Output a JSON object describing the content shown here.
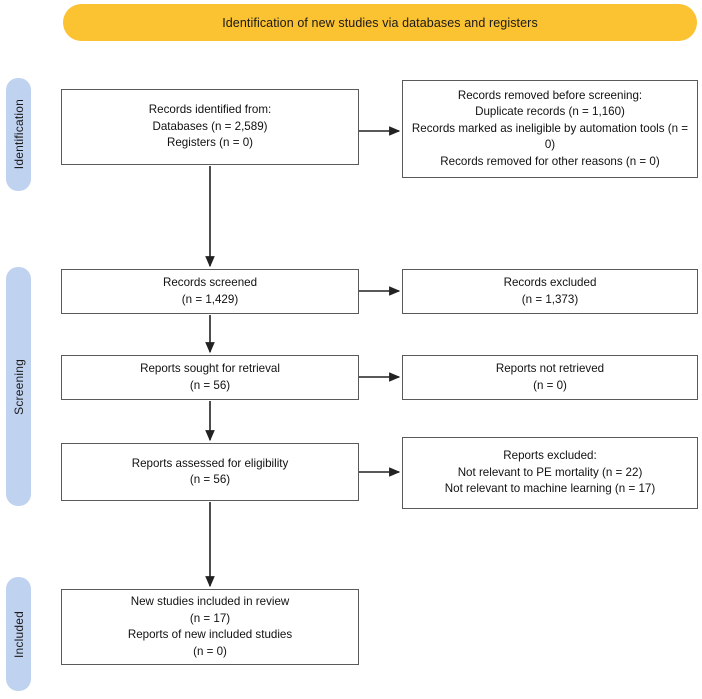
{
  "banner": {
    "title": "Identification of new studies via databases and registers",
    "color": "#FBC231"
  },
  "stages": {
    "color": "#BFD2F0",
    "items": [
      {
        "id": "identification",
        "label": "Identification"
      },
      {
        "id": "screening",
        "label": "Screening"
      },
      {
        "id": "included",
        "label": "Included"
      }
    ]
  },
  "flow": {
    "identified": {
      "line1": "Records identified from:",
      "line2": "Databases (n = 2,589)",
      "line3": "Registers (n = 0)"
    },
    "removed": {
      "line1": "Records removed before screening:",
      "line2": "Duplicate records (n = 1,160)",
      "line3": "Records marked as ineligible by automation tools (n = 0)",
      "line4": "Records removed for other reasons (n = 0)"
    },
    "screened": {
      "line1": "Records screened",
      "line2": "(n = 1,429)"
    },
    "excluded_records": {
      "line1": "Records excluded",
      "line2": "(n = 1,373)"
    },
    "sought": {
      "line1": "Reports sought for retrieval",
      "line2": "(n = 56)"
    },
    "not_retrieved": {
      "line1": "Reports not retrieved",
      "line2": "(n = 0)"
    },
    "assessed": {
      "line1": "Reports assessed for eligibility",
      "line2": "(n = 56)"
    },
    "excluded_reports": {
      "line1": "Reports excluded:",
      "line2": "Not relevant to PE mortality (n = 22)",
      "line3": "Not relevant to machine learning (n = 17)"
    },
    "included": {
      "line1": "New studies included in review",
      "line2": "(n = 17)",
      "line3": "Reports of new included studies",
      "line4": "(n = 0)"
    }
  },
  "chart_data": {
    "type": "diagram",
    "title": "Identification of new studies via databases and registers",
    "nodes": [
      {
        "id": "identified",
        "stage": "Identification",
        "column": "left",
        "counts": {
          "databases": 2589,
          "registers": 0
        }
      },
      {
        "id": "removed",
        "stage": "Identification",
        "column": "right",
        "counts": {
          "duplicate_records": 1160,
          "ineligible_by_automation_tools": 0,
          "removed_other_reasons": 0
        }
      },
      {
        "id": "screened",
        "stage": "Screening",
        "column": "left",
        "counts": {
          "n": 1429
        }
      },
      {
        "id": "excluded_records",
        "stage": "Screening",
        "column": "right",
        "counts": {
          "n": 1373
        }
      },
      {
        "id": "sought",
        "stage": "Screening",
        "column": "left",
        "counts": {
          "n": 56
        }
      },
      {
        "id": "not_retrieved",
        "stage": "Screening",
        "column": "right",
        "counts": {
          "n": 0
        }
      },
      {
        "id": "assessed",
        "stage": "Screening",
        "column": "left",
        "counts": {
          "n": 56
        }
      },
      {
        "id": "excluded_reports",
        "stage": "Screening",
        "column": "right",
        "counts": {
          "not_relevant_pe_mortality": 22,
          "not_relevant_machine_learning": 17
        }
      },
      {
        "id": "included",
        "stage": "Included",
        "column": "left",
        "counts": {
          "new_studies": 17,
          "reports_of_new_included_studies": 0
        }
      }
    ],
    "edges": [
      {
        "from": "identified",
        "to": "removed",
        "direction": "right"
      },
      {
        "from": "identified",
        "to": "screened",
        "direction": "down"
      },
      {
        "from": "screened",
        "to": "excluded_records",
        "direction": "right"
      },
      {
        "from": "screened",
        "to": "sought",
        "direction": "down"
      },
      {
        "from": "sought",
        "to": "not_retrieved",
        "direction": "right"
      },
      {
        "from": "sought",
        "to": "assessed",
        "direction": "down"
      },
      {
        "from": "assessed",
        "to": "excluded_reports",
        "direction": "right"
      },
      {
        "from": "assessed",
        "to": "included",
        "direction": "down"
      }
    ]
  }
}
